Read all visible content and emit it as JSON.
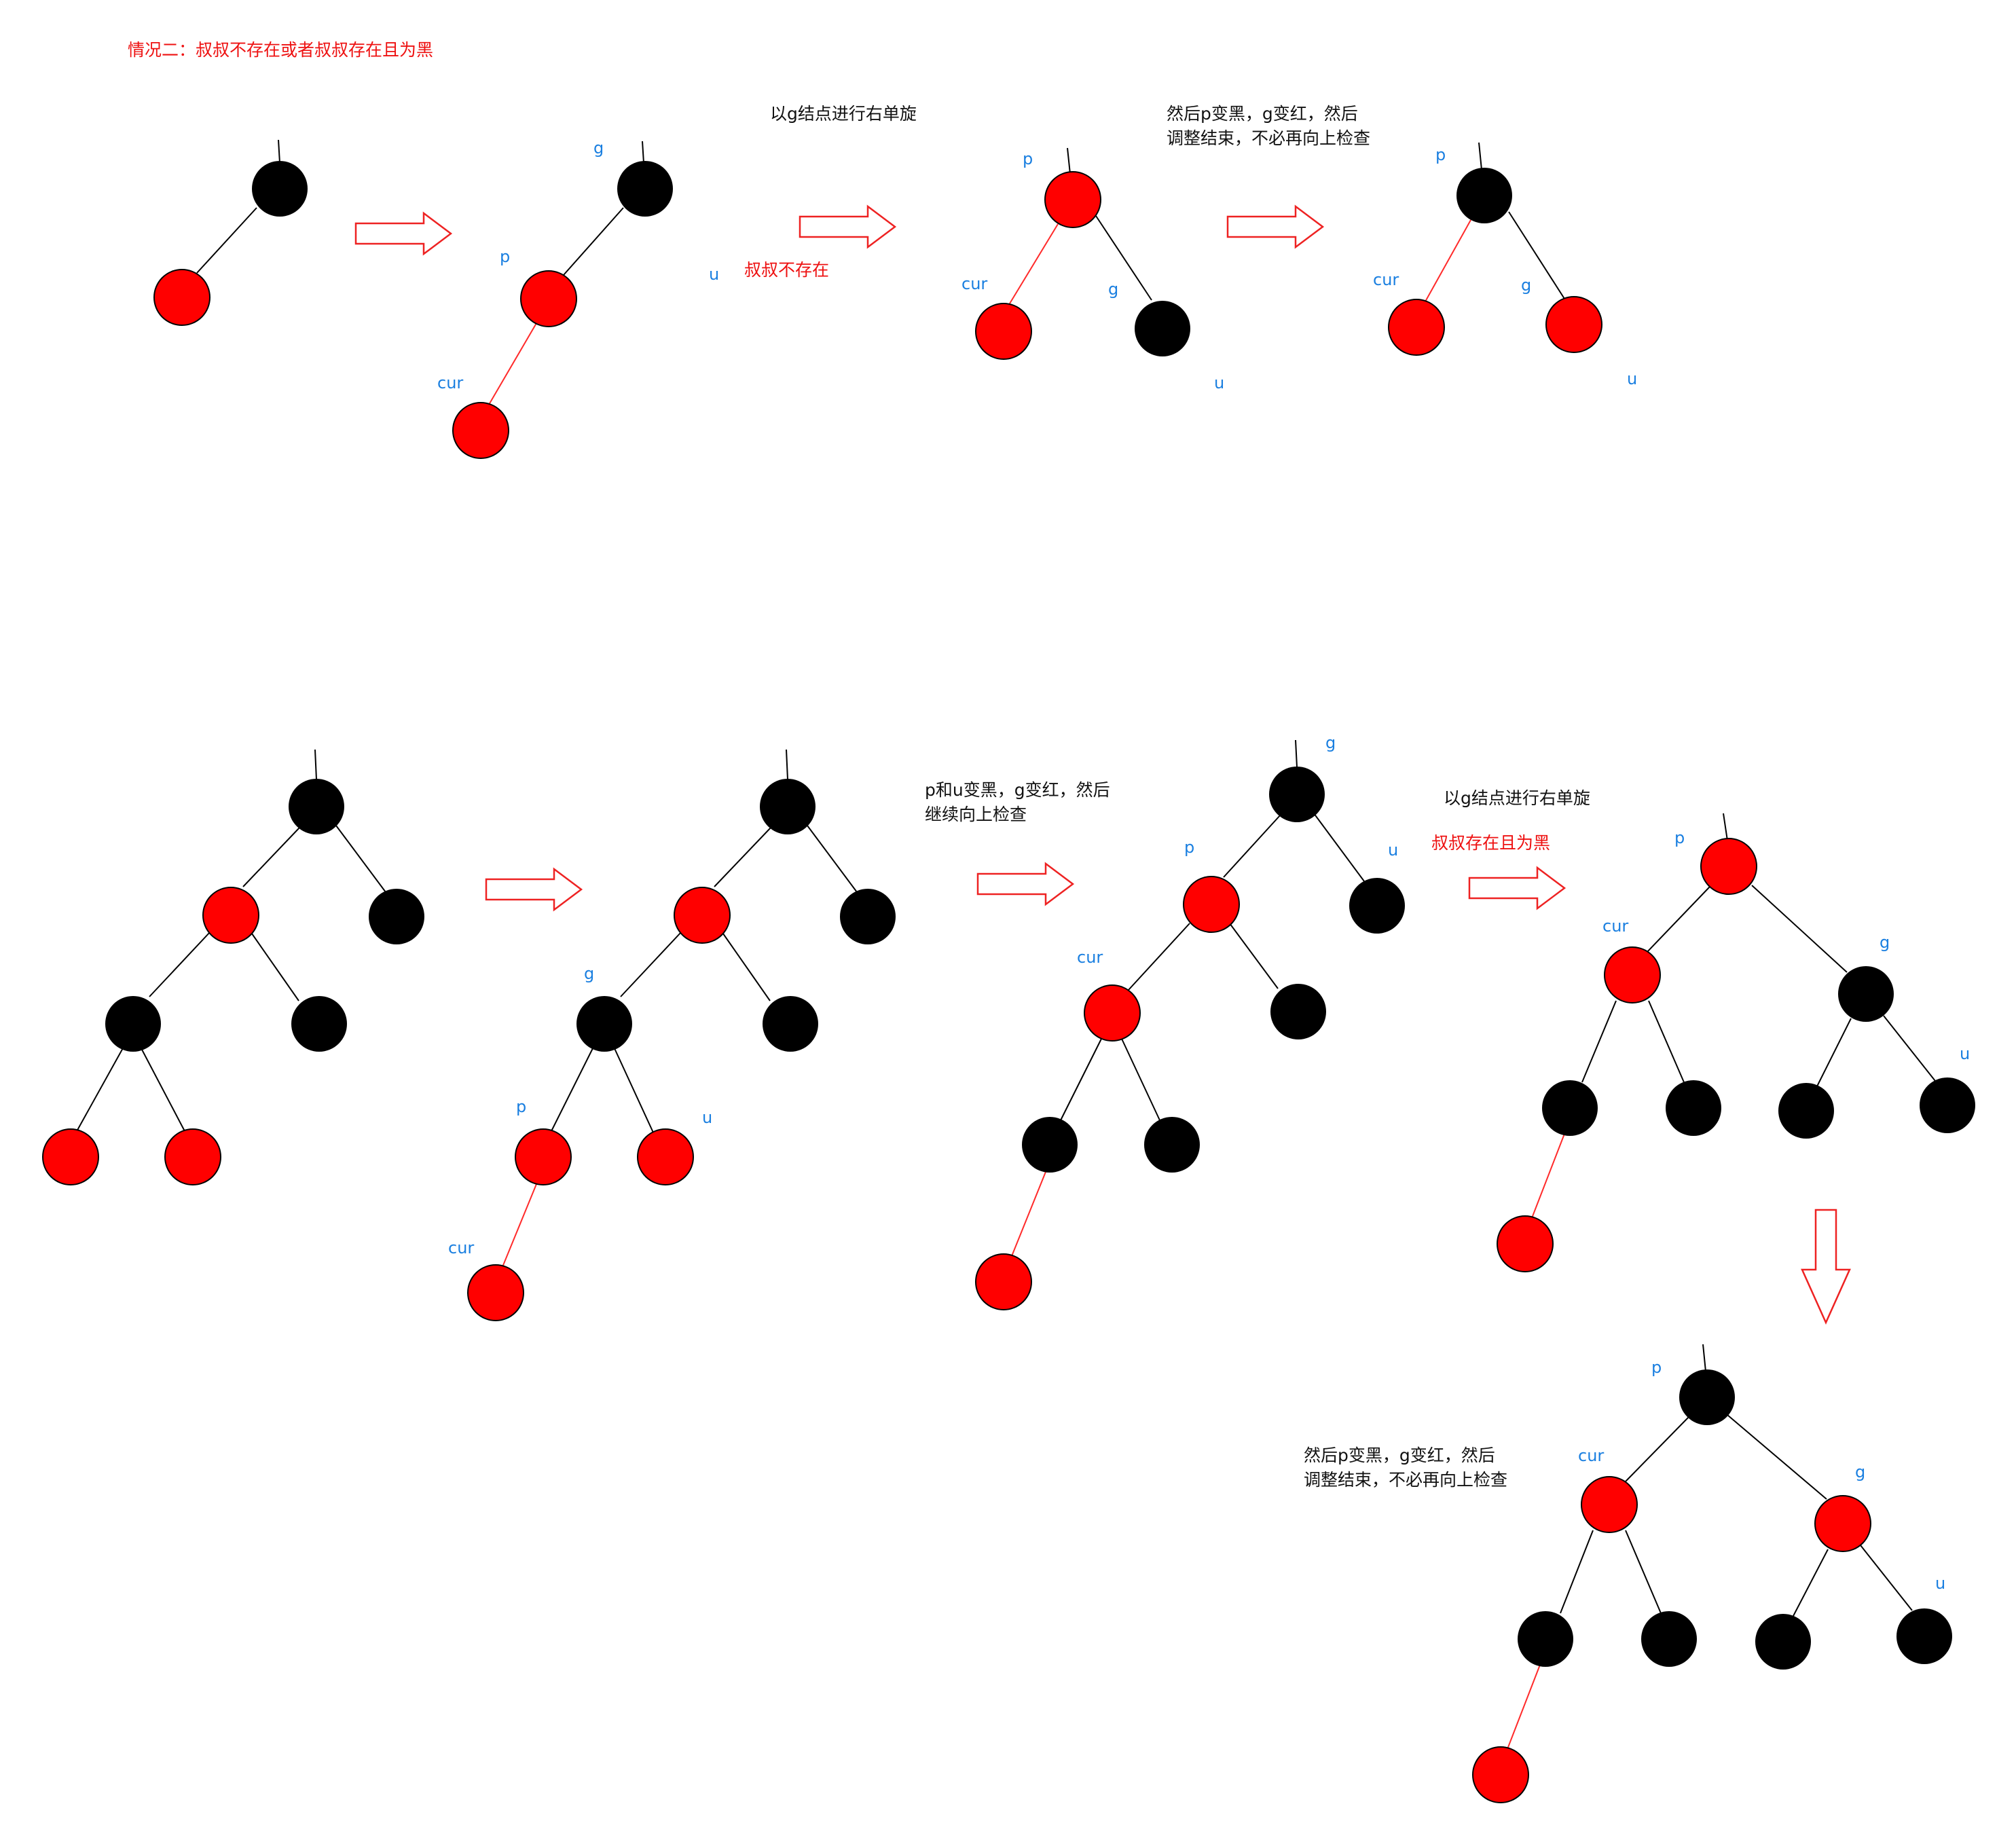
{
  "title": "情况二：叔叔不存在或者叔叔存在且为黑",
  "notes": {
    "rotate_g_right": "以g结点进行右单旋",
    "uncle_absent": "叔叔不存在",
    "recolor_stop_line1": "然后p变黑，g变红，然后",
    "recolor_stop_line2": "调整结束，不必再向上检查",
    "p_u_black_line1": "p和u变黑，g变红，然后",
    "p_u_black_line2": "继续向上检查",
    "rotate_g_right_2": "以g结点进行右单旋",
    "uncle_black": "叔叔存在且为黑",
    "recolor_stop_b_line1": "然后p变黑，g变红，然后",
    "recolor_stop_b_line2": "调整结束，不必再向上检查"
  },
  "labels": {
    "g": "g",
    "p": "p",
    "u": "u",
    "cur": "cur"
  },
  "colors": {
    "red_node": "#ff0000",
    "black_node": "#000000",
    "title_red": "#ee1111",
    "label_blue": "#1a7fe0",
    "edge_red": "#ff2a2a",
    "edge_black": "#000000",
    "arrow_outline": "#ee2222"
  }
}
